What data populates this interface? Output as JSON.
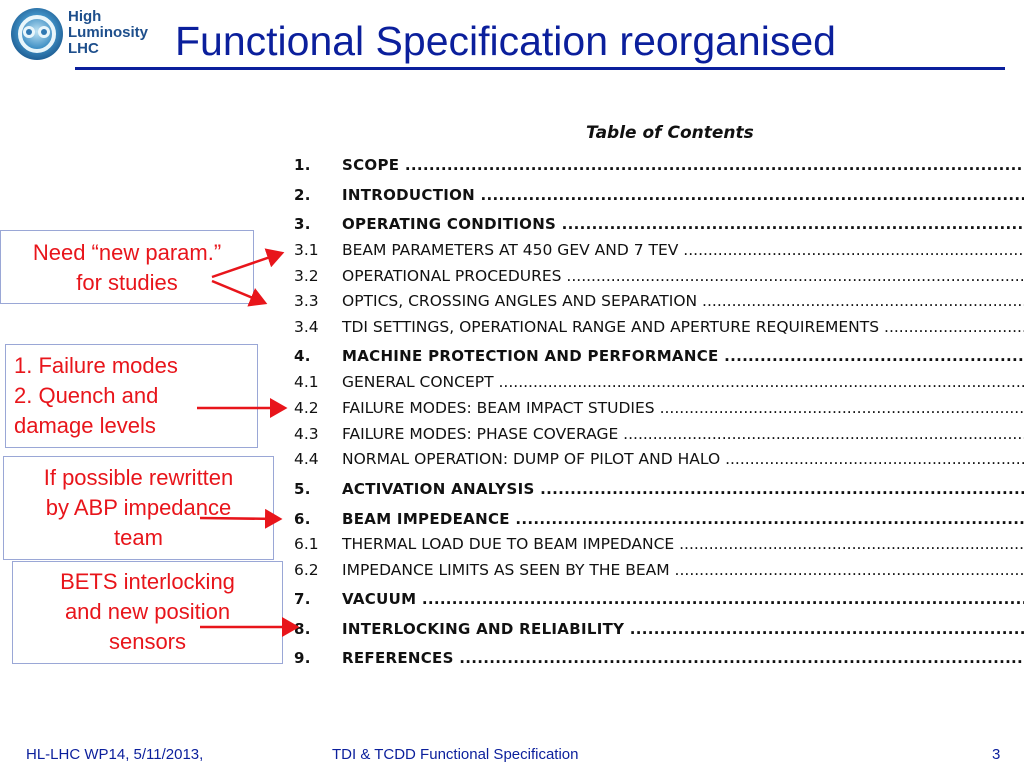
{
  "logo": {
    "line1": "High",
    "line2": "Luminosity",
    "line3": "LHC"
  },
  "title": "Functional Specification reorganised",
  "toc": {
    "heading": "Table of Contents",
    "rows": [
      {
        "num": "1.",
        "label": "SCOPE",
        "major": true
      },
      {
        "num": "2.",
        "label": "INTRODUCTION",
        "major": true
      },
      {
        "num": "3.",
        "label": "OPERATING CONDITIONS",
        "major": true
      },
      {
        "num": "3.1",
        "label": "BEAM PARAMETERS AT 450 GEV AND 7 TEV",
        "major": false
      },
      {
        "num": "3.2",
        "label": "OPERATIONAL PROCEDURES",
        "major": false
      },
      {
        "num": "3.3",
        "label": "OPTICS, CROSSING ANGLES AND SEPARATION",
        "major": false
      },
      {
        "num": "3.4",
        "label": "TDI SETTINGS, OPERATIONAL RANGE AND APERTURE REQUIREMENTS",
        "major": false
      },
      {
        "num": "4.",
        "label": "MACHINE PROTECTION AND PERFORMANCE",
        "major": true
      },
      {
        "num": "4.1",
        "label": "GENERAL CONCEPT",
        "major": false
      },
      {
        "num": "4.2",
        "label": "FAILURE MODES: BEAM IMPACT STUDIES",
        "major": false
      },
      {
        "num": "4.3",
        "label": "FAILURE MODES: PHASE COVERAGE",
        "major": false
      },
      {
        "num": "4.4",
        "label": "NORMAL OPERATION: DUMP OF PILOT AND HALO",
        "major": false
      },
      {
        "num": "5.",
        "label": "ACTIVATION ANALYSIS",
        "major": true
      },
      {
        "num": "6.",
        "label": "BEAM IMPEDEANCE",
        "major": true
      },
      {
        "num": "6.1",
        "label": "THERMAL LOAD DUE TO BEAM IMPEDANCE",
        "major": false
      },
      {
        "num": "6.2",
        "label": "IMPEDANCE LIMITS AS SEEN BY THE BEAM",
        "major": false
      },
      {
        "num": "7.",
        "label": "VACUUM",
        "major": true
      },
      {
        "num": "8.",
        "label": "INTERLOCKING AND RELIABILITY",
        "major": true
      },
      {
        "num": "9.",
        "label": "REFERENCES",
        "major": true
      }
    ]
  },
  "notes": [
    {
      "lines": [
        "Need “new param.”",
        "for studies"
      ]
    },
    {
      "lines": [
        "1. Failure modes",
        "2. Quench and",
        "damage levels"
      ]
    },
    {
      "lines": [
        "If possible rewritten",
        "by ABP impedance",
        "team"
      ]
    },
    {
      "lines": [
        "BETS interlocking",
        "and new position",
        "sensors"
      ]
    }
  ],
  "footer": {
    "left": "HL-LHC WP14, 5/11/2013,",
    "center": "TDI & TCDD Functional Specification",
    "page": "3"
  },
  "colors": {
    "title": "#0b1f9c",
    "annotation": "#e8151b",
    "note_border": "#9aa7d6"
  }
}
